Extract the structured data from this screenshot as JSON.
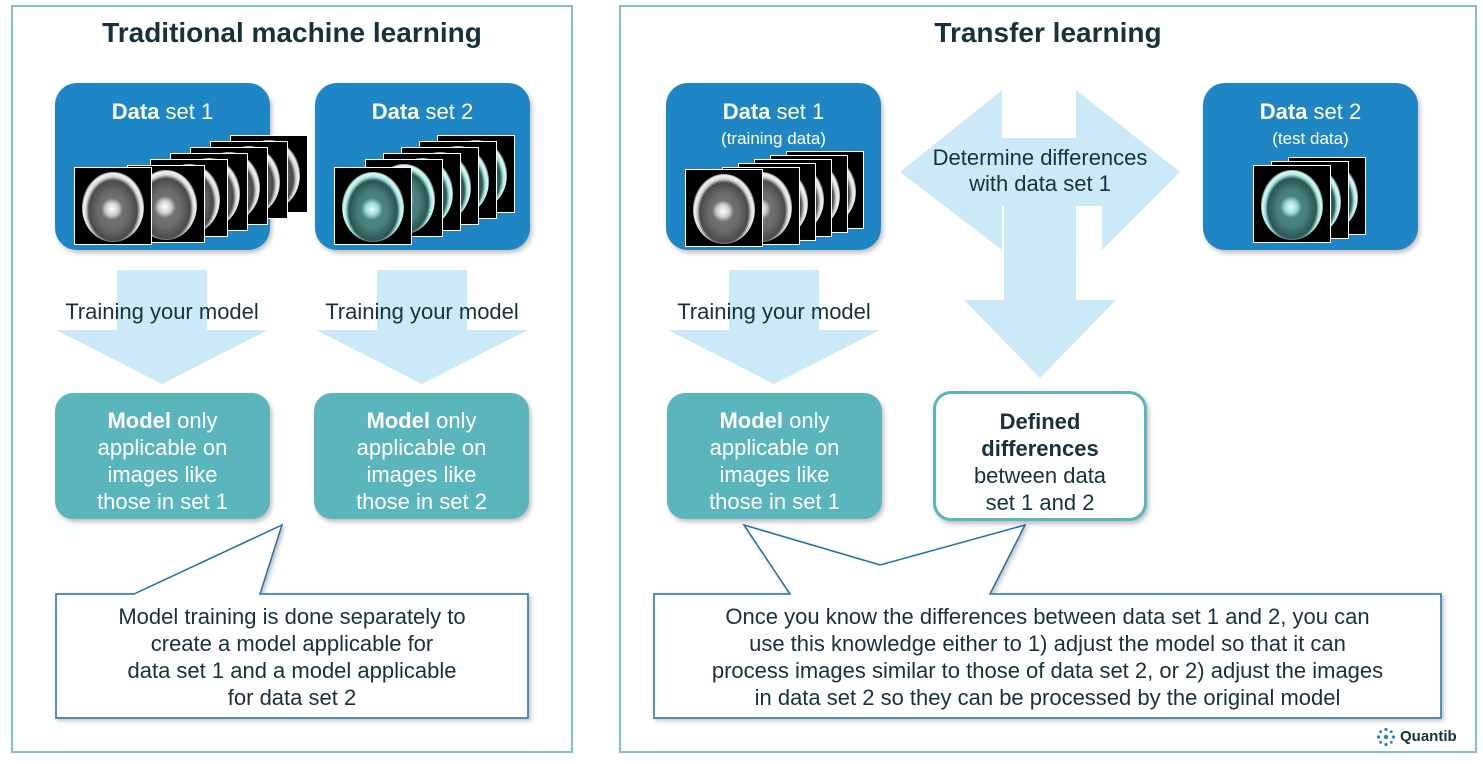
{
  "left_panel": {
    "title": "Traditional machine learning",
    "data_set_1": {
      "bold": "Data",
      "rest": " set 1"
    },
    "data_set_2": {
      "bold": "Data",
      "rest": " set 2"
    },
    "arrow_label_1": "Training your model",
    "arrow_label_2": "Training your model",
    "model_1": {
      "bold": "Model",
      "line1_rest": " only",
      "line2": "applicable on",
      "line3": "images like",
      "line4": "those in set 1"
    },
    "model_2": {
      "bold": "Model",
      "line1_rest": " only",
      "line2": "applicable on",
      "line3": "images like",
      "line4": "those in set 2"
    },
    "callout": {
      "line1": "Model training is done separately to",
      "line2": "create a model applicable for",
      "line3": "data set 1 and a model applicable",
      "line4": "for data set 2"
    }
  },
  "right_panel": {
    "title": "Transfer learning",
    "data_set_1": {
      "bold": "Data",
      "rest": " set 1",
      "sub": "(training data)"
    },
    "data_set_2": {
      "bold": "Data",
      "rest": " set 2",
      "sub": "(test data)"
    },
    "double_arrow_label_1": "Determine differences",
    "double_arrow_label_2": "with data set 1",
    "arrow_label": "Training your model",
    "model_1": {
      "bold": "Model",
      "line1_rest": " only",
      "line2": "applicable on",
      "line3": "images like",
      "line4": "those in set 1"
    },
    "defined": {
      "line1": "Defined",
      "line2": "differences",
      "line3": "between data",
      "line4": "set 1 and 2"
    },
    "callout": {
      "line1": "Once you know the differences between data set 1 and 2, you can",
      "line2": "use this knowledge either to 1) adjust the model so that it can",
      "line3": "process images similar to those of data set 2, or 2) adjust the images",
      "line4": "in data set 2 so they can be processed by the original model"
    }
  },
  "logo_text": "Quantib",
  "colors": {
    "panel_border": "#7fc2c2",
    "data_box": "#1f86c5",
    "model_box": "#5ab5bc",
    "arrow_fill": "#cbe9f6",
    "text_dark": "#17323b",
    "callout_border": "#1f6fa8"
  }
}
